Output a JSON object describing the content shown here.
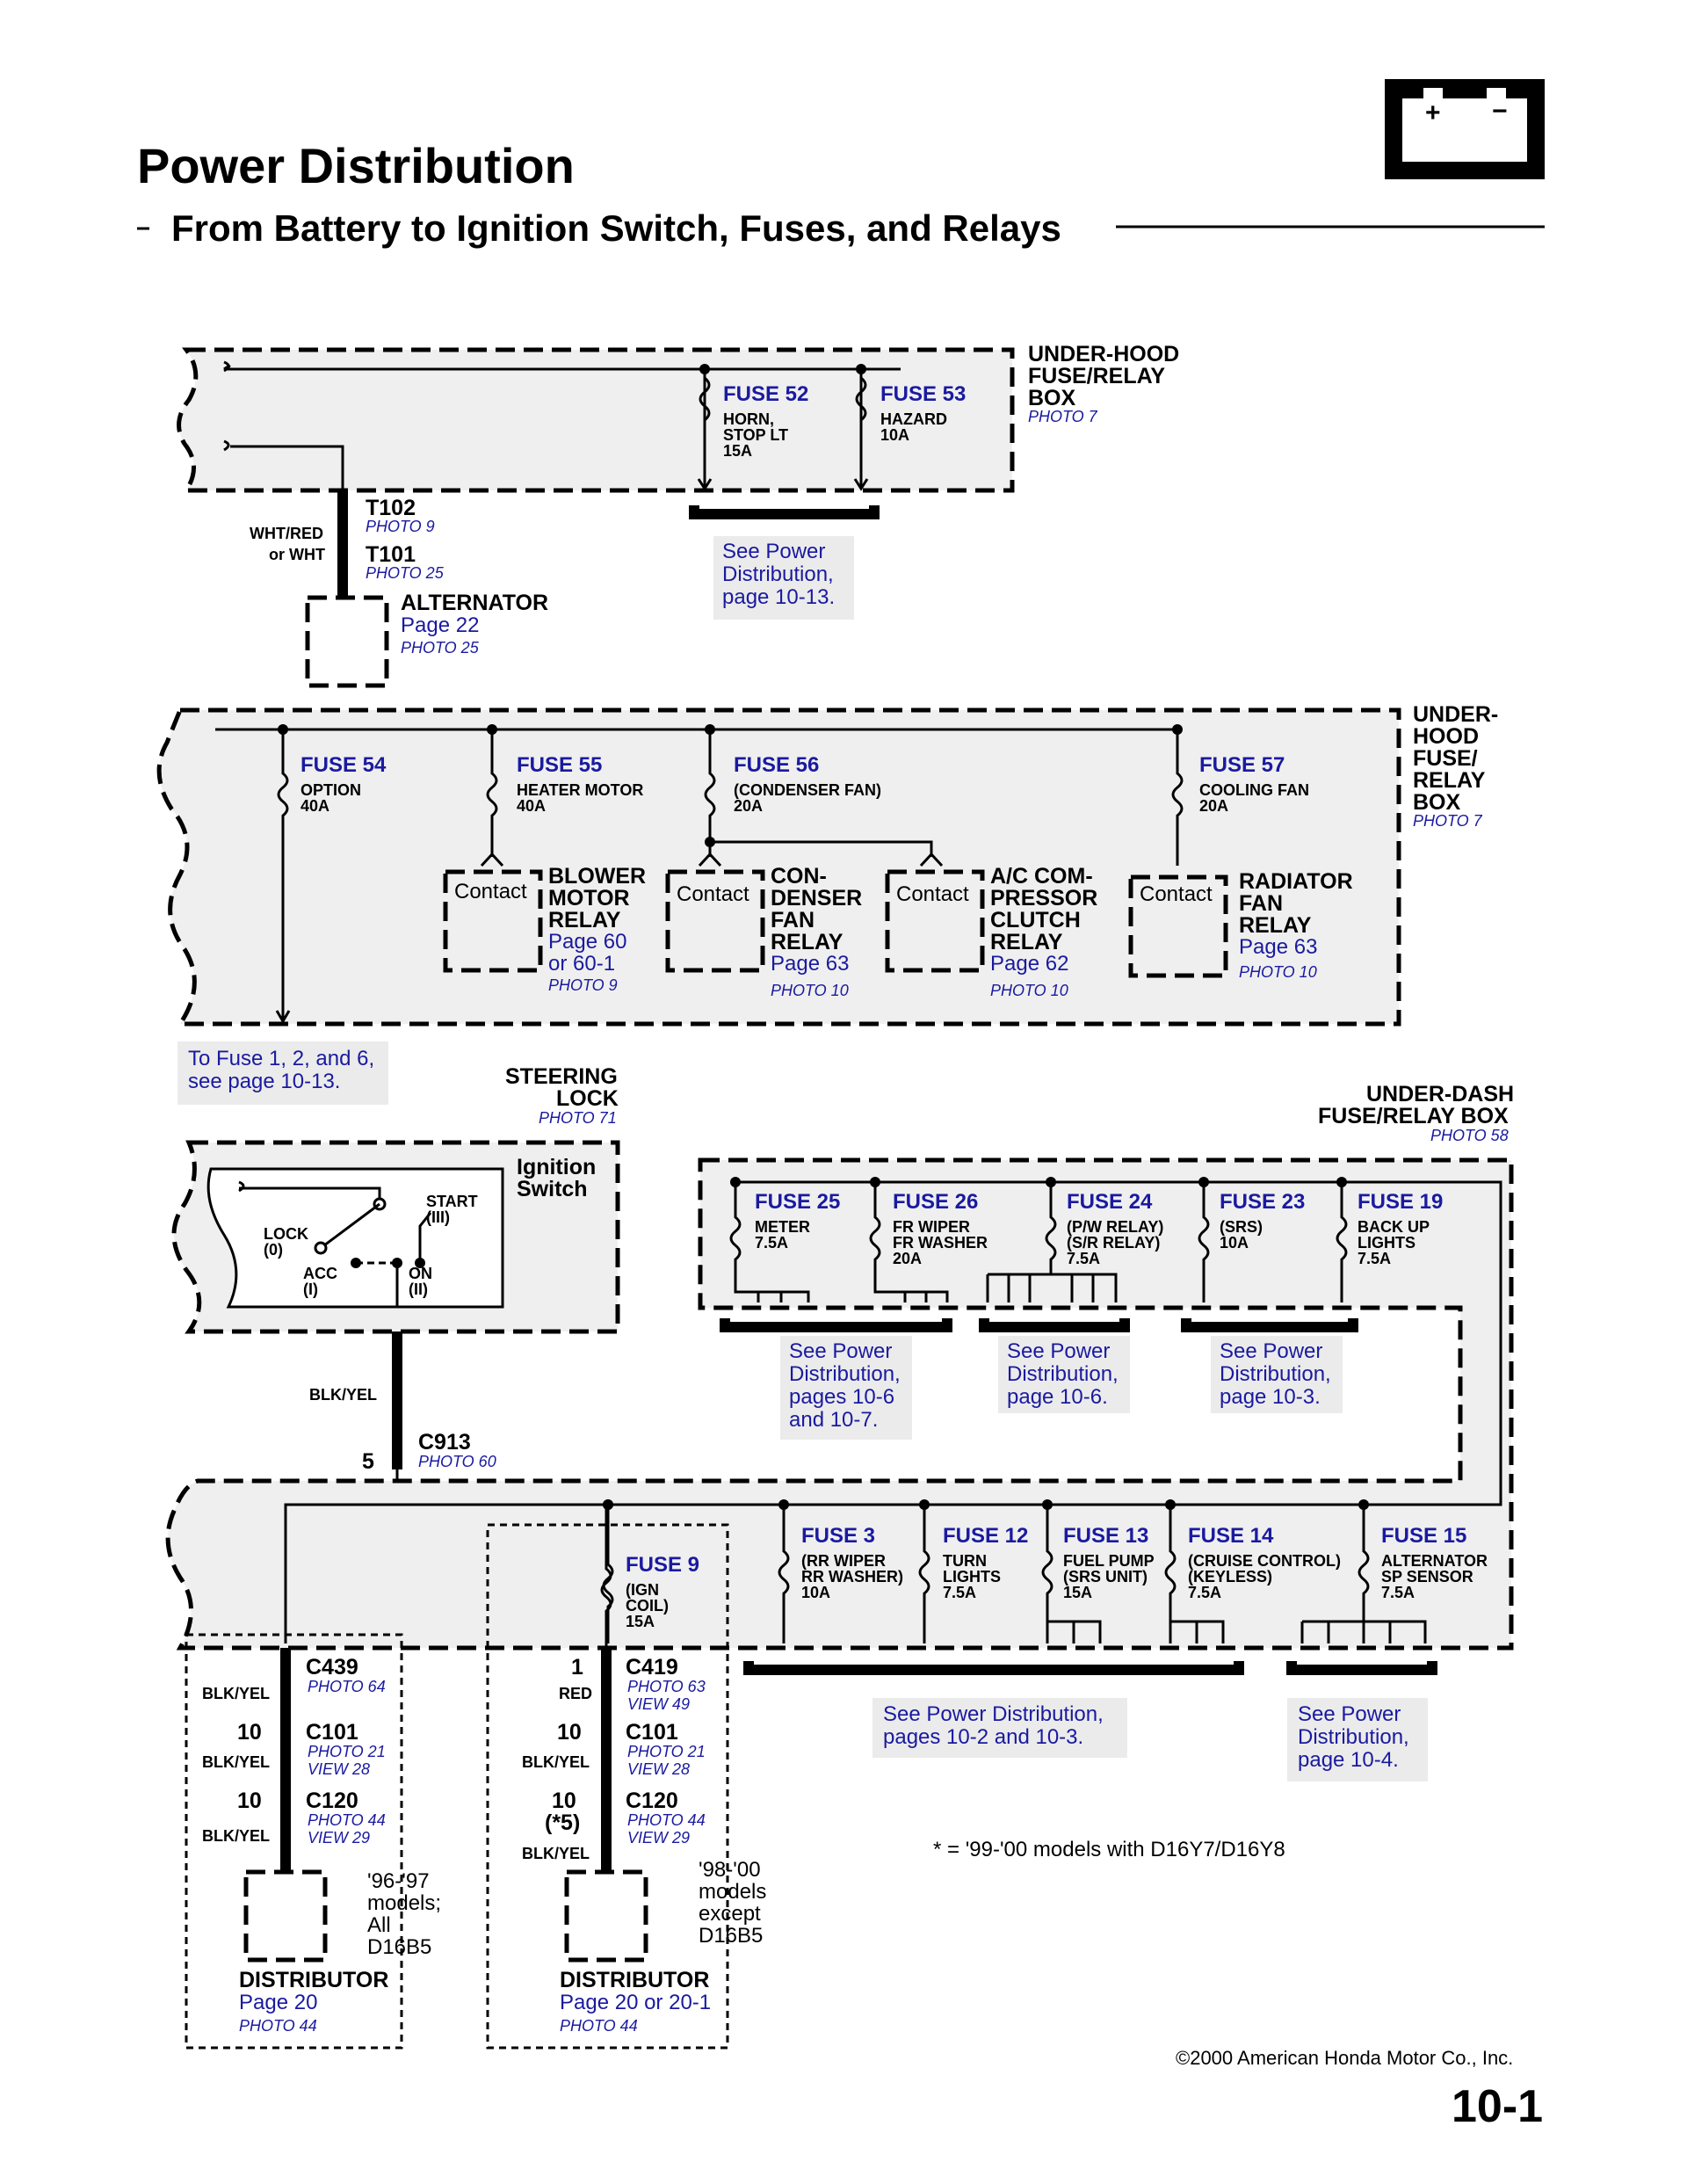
{
  "header": {
    "title": "Power Distribution",
    "subtitle": "From Battery to Ignition Switch, Fuses, and Relays",
    "battery_icon": "battery-icon"
  },
  "uh_box1": {
    "name": [
      "UNDER-HOOD",
      "FUSE/RELAY",
      "BOX"
    ],
    "photo": "PHOTO 7",
    "fuse52": {
      "label": "FUSE 52",
      "desc": [
        "HORN,",
        "STOP LT",
        "15A"
      ]
    },
    "fuse53": {
      "label": "FUSE 53",
      "desc": [
        "HAZARD",
        "10A"
      ]
    },
    "note": [
      "See Power",
      "Distribution,",
      "page 10-13."
    ]
  },
  "alt": {
    "t102": "T102",
    "t102_photo": "PHOTO 9",
    "t101": "T101",
    "t101_photo": "PHOTO 25",
    "wire": [
      "WHT/RED",
      "or WHT"
    ],
    "name": "ALTERNATOR",
    "page": "Page 22",
    "photo": "PHOTO 25"
  },
  "uh_box2": {
    "name": [
      "UNDER-",
      "HOOD",
      "FUSE/",
      "RELAY",
      "BOX"
    ],
    "photo": "PHOTO 7",
    "fuse54": {
      "label": "FUSE 54",
      "desc": [
        "OPTION",
        "40A"
      ]
    },
    "fuse55": {
      "label": "FUSE 55",
      "desc": [
        "HEATER MOTOR",
        "40A"
      ]
    },
    "fuse56": {
      "label": "FUSE 56",
      "desc": [
        "(CONDENSER FAN)",
        "20A"
      ]
    },
    "fuse57": {
      "label": "FUSE 57",
      "desc": [
        "COOLING FAN",
        "20A"
      ]
    },
    "contact": "Contact",
    "blower": {
      "name": [
        "BLOWER",
        "MOTOR",
        "RELAY"
      ],
      "page": [
        "Page 60",
        "or 60-1"
      ],
      "photo": "PHOTO 9"
    },
    "condenser": {
      "name": [
        "CON-",
        "DENSER",
        "FAN",
        "RELAY"
      ],
      "page": "Page 63",
      "photo": "PHOTO 10"
    },
    "ac": {
      "name": [
        "A/C COM-",
        "PRESSOR",
        "CLUTCH",
        "RELAY"
      ],
      "page": "Page 62",
      "photo": "PHOTO 10"
    },
    "radiator": {
      "name": [
        "RADIATOR",
        "FAN",
        "RELAY"
      ],
      "page": "Page 63",
      "photo": "PHOTO 10"
    },
    "note": [
      "To Fuse 1, 2, and 6,",
      "see page 10-13."
    ]
  },
  "steering": {
    "name": [
      "STEERING",
      "LOCK"
    ],
    "photo": "PHOTO 71",
    "ignition": [
      "Ignition",
      "Switch"
    ],
    "positions": {
      "lock": [
        "LOCK",
        "(0)"
      ],
      "acc": [
        "ACC",
        "(I)"
      ],
      "on": [
        "ON",
        "(II)"
      ],
      "start": [
        "START",
        "(III)"
      ]
    },
    "wire": "BLK/YEL",
    "pin": "5",
    "c913": "C913",
    "c913_photo": "PHOTO 60"
  },
  "ud_box": {
    "name": [
      "UNDER-DASH",
      "FUSE/RELAY BOX"
    ],
    "photo": "PHOTO 58",
    "top_fuses": [
      {
        "label": "FUSE 25",
        "desc": [
          "METER",
          "7.5A"
        ]
      },
      {
        "label": "FUSE 26",
        "desc": [
          "FR WIPER",
          "FR WASHER",
          "20A"
        ]
      },
      {
        "label": "FUSE 24",
        "desc": [
          "(P/W RELAY)",
          "(S/R RELAY)",
          "7.5A"
        ]
      },
      {
        "label": "FUSE 23",
        "desc": [
          "(SRS)",
          "10A"
        ]
      },
      {
        "label": "FUSE 19",
        "desc": [
          "BACK UP",
          "LIGHTS",
          "7.5A"
        ]
      }
    ],
    "notes_top": [
      [
        "See Power",
        "Distribution,",
        "pages 10-6",
        "and 10-7."
      ],
      [
        "See Power",
        "Distribution,",
        "page 10-6."
      ],
      [
        "See Power",
        "Distribution,",
        "page 10-3."
      ]
    ],
    "fuse9": {
      "label": "FUSE 9",
      "desc": [
        "(IGN",
        "COIL)",
        "15A"
      ]
    },
    "bottom_fuses": [
      {
        "label": "FUSE 3",
        "desc": [
          "(RR WIPER",
          "RR WASHER)",
          "10A"
        ]
      },
      {
        "label": "FUSE 12",
        "desc": [
          "TURN",
          "LIGHTS",
          "7.5A"
        ]
      },
      {
        "label": "FUSE 13",
        "desc": [
          "FUEL PUMP",
          "(SRS UNIT)",
          "15A"
        ]
      },
      {
        "label": "FUSE 14",
        "desc": [
          "(CRUISE CONTROL)",
          "(KEYLESS)",
          "7.5A"
        ]
      },
      {
        "label": "FUSE 15",
        "desc": [
          "ALTERNATOR",
          "SP SENSOR",
          "7.5A"
        ]
      }
    ],
    "notes_bottom": [
      [
        "See Power Distribution,",
        "pages 10-2 and 10-3."
      ],
      [
        "See Power",
        "Distribution,",
        "page 10-4."
      ]
    ]
  },
  "left_dist": {
    "c439": "C439",
    "c439_photo": "PHOTO 64",
    "c101": "C101",
    "c101_photo": [
      "PHOTO 21",
      "VIEW 28"
    ],
    "c120": "C120",
    "c120_photo": [
      "PHOTO 44",
      "VIEW 29"
    ],
    "wire": "BLK/YEL",
    "pin": "10",
    "models": [
      "'96-'97",
      "models;",
      "All",
      "D16B5"
    ],
    "name": "DISTRIBUTOR",
    "page": "Page 20",
    "photo": "PHOTO 44"
  },
  "right_dist": {
    "pin1": "1",
    "c419": "C419",
    "c419_photo": [
      "PHOTO 63",
      "VIEW 49"
    ],
    "red": "RED",
    "c101": "C101",
    "c101_photo": [
      "PHOTO 21",
      "VIEW 28"
    ],
    "c120": "C120",
    "c120_photo": [
      "PHOTO 44",
      "VIEW 29"
    ],
    "wire": "BLK/YEL",
    "pin": "10",
    "pin_alt": "(*5)",
    "models": [
      "'98-'00",
      "models",
      "except",
      "D16B5"
    ],
    "name": "DISTRIBUTOR",
    "page": "Page 20 or 20-1",
    "photo": "PHOTO 44"
  },
  "footnote": "* =  '99-'00 models with D16Y7/D16Y8",
  "copyright": "©2000 American Honda Motor Co., Inc.",
  "page_number": "10-1"
}
